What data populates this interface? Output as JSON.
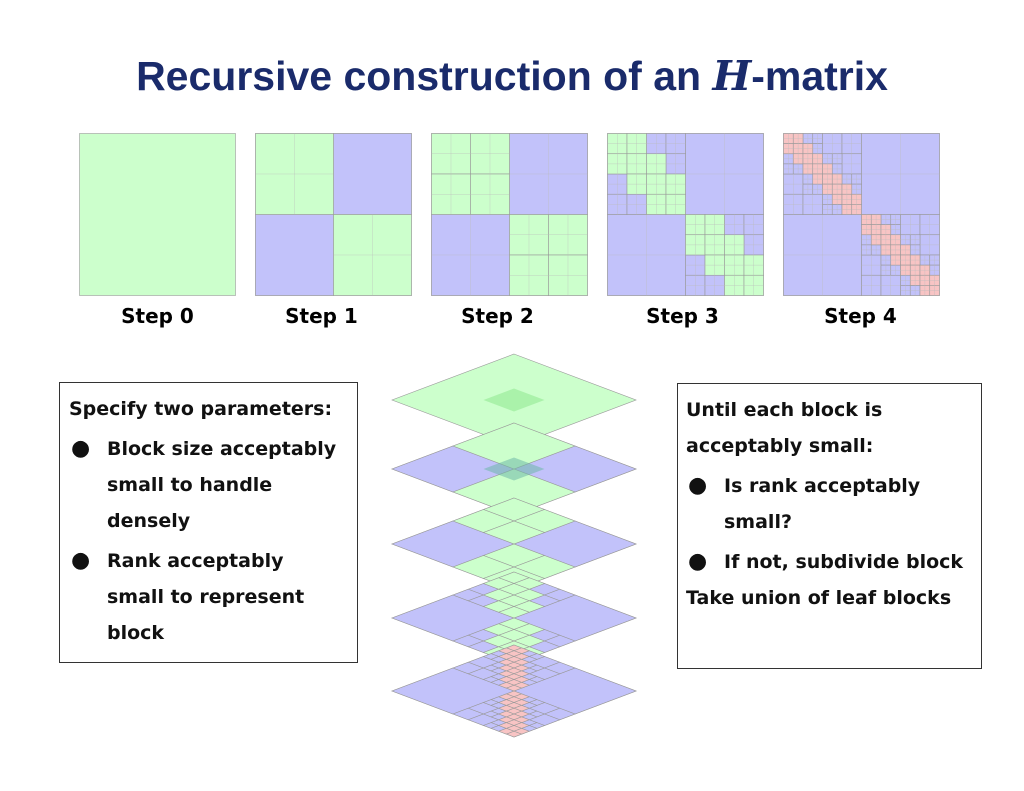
{
  "title": {
    "before": "Recursive construction of an ",
    "glyph": "H",
    "after": "-matrix"
  },
  "steps": [
    {
      "label": "Step 0"
    },
    {
      "label": "Step 1"
    },
    {
      "label": "Step 2"
    },
    {
      "label": "Step 3"
    },
    {
      "label": "Step 4"
    }
  ],
  "left_box": {
    "heading": "Specify two parameters:",
    "bullets": [
      "Block size acceptably small to handle densely",
      "Rank acceptably small to represent block"
    ]
  },
  "right_box": {
    "heading": "Until each block is acceptably small:",
    "bullets": [
      "Is rank acceptably small?",
      "If not, subdivide block"
    ],
    "footer": "Take union of leaf blocks"
  },
  "colors": {
    "green": "#ccffcc",
    "blue": "#c2c2fa",
    "pink": "#f8c4c4",
    "grid": "#999999",
    "title": "#1a2b6b"
  }
}
